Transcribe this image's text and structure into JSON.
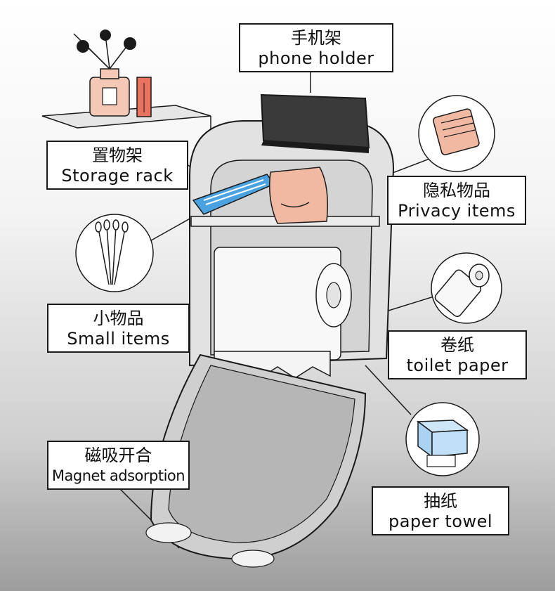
{
  "labels": {
    "phone_holder": {
      "zh": "手机架",
      "en": "phone holder"
    },
    "storage_rack": {
      "zh": "置物架",
      "en": "Storage rack"
    },
    "privacy_items": {
      "zh": "隐私物品",
      "en": "Privacy items"
    },
    "small_items": {
      "zh": "小物品",
      "en": "Small items"
    },
    "toilet_paper": {
      "zh": "卷纸",
      "en": "toilet paper"
    },
    "magnet_adsorption": {
      "zh": "磁吸开合",
      "en": "Magnet adsorption"
    },
    "paper_towel": {
      "zh": "抽纸",
      "en": "paper towel"
    }
  },
  "colors": {
    "outline": "#1a1a1a",
    "body": "#e6e6e6",
    "phone": "#3a3a3a",
    "tray": "#4aa3e0",
    "pink": "#f2b9a2",
    "red": "#e8735e"
  }
}
